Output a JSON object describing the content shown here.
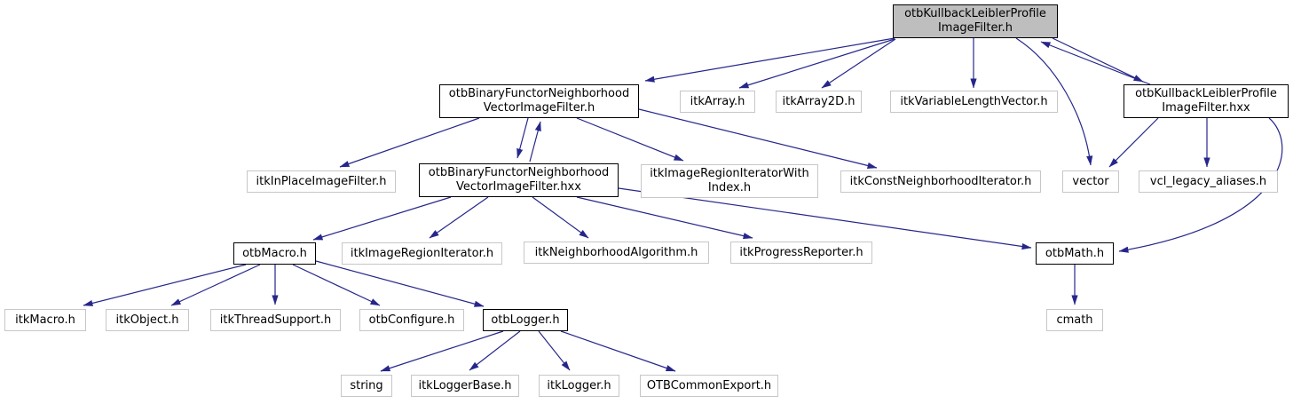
{
  "diagram": {
    "type": "include-dependency-graph",
    "root": "otbKullbackLeiblerProfileImageFilter.h",
    "colors": {
      "edge": "#26268b",
      "node_fill": "#ffffff",
      "root_fill": "#bebebe",
      "leaf_border": "#c7c7c7",
      "linked_border": "#000000",
      "text": "#000000"
    }
  },
  "nodes": {
    "kl_h": {
      "label": "otbKullbackLeiblerProfileImageFilter.h",
      "lines": [
        "otbKullbackLeiblerProfile",
        "ImageFilter.h"
      ]
    },
    "bf_h": {
      "label": "otbBinaryFunctorNeighborhoodVectorImageFilter.h",
      "lines": [
        "otbBinaryFunctorNeighborhood",
        "VectorImageFilter.h"
      ]
    },
    "itk_array": {
      "label": "itkArray.h",
      "lines": [
        "itkArray.h"
      ]
    },
    "itk_array2d": {
      "label": "itkArray2D.h",
      "lines": [
        "itkArray2D.h"
      ]
    },
    "itk_vlv": {
      "label": "itkVariableLengthVector.h",
      "lines": [
        "itkVariableLengthVector.h"
      ]
    },
    "kl_hxx": {
      "label": "otbKullbackLeiblerProfileImageFilter.hxx",
      "lines": [
        "otbKullbackLeiblerProfile",
        "ImageFilter.hxx"
      ]
    },
    "itk_inplace": {
      "label": "itkInPlaceImageFilter.h",
      "lines": [
        "itkInPlaceImageFilter.h"
      ]
    },
    "bf_hxx": {
      "label": "otbBinaryFunctorNeighborhoodVectorImageFilter.hxx",
      "lines": [
        "otbBinaryFunctorNeighborhood",
        "VectorImageFilter.hxx"
      ]
    },
    "itk_irwi": {
      "label": "itkImageRegionIteratorWithIndex.h",
      "lines": [
        "itkImageRegionIteratorWith",
        "Index.h"
      ]
    },
    "itk_cni": {
      "label": "itkConstNeighborhoodIterator.h",
      "lines": [
        "itkConstNeighborhoodIterator.h"
      ]
    },
    "vector": {
      "label": "vector",
      "lines": [
        "vector"
      ]
    },
    "vcl": {
      "label": "vcl_legacy_aliases.h",
      "lines": [
        "vcl_legacy_aliases.h"
      ]
    },
    "otb_macro": {
      "label": "otbMacro.h",
      "lines": [
        "otbMacro.h"
      ]
    },
    "itk_iri": {
      "label": "itkImageRegionIterator.h",
      "lines": [
        "itkImageRegionIterator.h"
      ]
    },
    "itk_na": {
      "label": "itkNeighborhoodAlgorithm.h",
      "lines": [
        "itkNeighborhoodAlgorithm.h"
      ]
    },
    "itk_pr": {
      "label": "itkProgressReporter.h",
      "lines": [
        "itkProgressReporter.h"
      ]
    },
    "otb_math": {
      "label": "otbMath.h",
      "lines": [
        "otbMath.h"
      ]
    },
    "itk_macro": {
      "label": "itkMacro.h",
      "lines": [
        "itkMacro.h"
      ]
    },
    "itk_object": {
      "label": "itkObject.h",
      "lines": [
        "itkObject.h"
      ]
    },
    "itk_ts": {
      "label": "itkThreadSupport.h",
      "lines": [
        "itkThreadSupport.h"
      ]
    },
    "otb_config": {
      "label": "otbConfigure.h",
      "lines": [
        "otbConfigure.h"
      ]
    },
    "otb_logger": {
      "label": "otbLogger.h",
      "lines": [
        "otbLogger.h"
      ]
    },
    "cmath": {
      "label": "cmath",
      "lines": [
        "cmath"
      ]
    },
    "string": {
      "label": "string",
      "lines": [
        "string"
      ]
    },
    "itk_lb": {
      "label": "itkLoggerBase.h",
      "lines": [
        "itkLoggerBase.h"
      ]
    },
    "itk_logger": {
      "label": "itkLogger.h",
      "lines": [
        "itkLogger.h"
      ]
    },
    "otb_ce": {
      "label": "OTBCommonExport.h",
      "lines": [
        "OTBCommonExport.h"
      ]
    }
  },
  "edges": [
    {
      "from": "kl_h",
      "to": "bf_h"
    },
    {
      "from": "kl_h",
      "to": "itk_array"
    },
    {
      "from": "kl_h",
      "to": "itk_array2d"
    },
    {
      "from": "kl_h",
      "to": "itk_vlv"
    },
    {
      "from": "kl_h",
      "to": "vector"
    },
    {
      "from": "kl_h",
      "to": "kl_hxx"
    },
    {
      "from": "kl_hxx",
      "to": "kl_h"
    },
    {
      "from": "kl_hxx",
      "to": "vector"
    },
    {
      "from": "kl_hxx",
      "to": "vcl"
    },
    {
      "from": "kl_hxx",
      "to": "otb_math"
    },
    {
      "from": "bf_h",
      "to": "itk_inplace"
    },
    {
      "from": "bf_h",
      "to": "bf_hxx"
    },
    {
      "from": "bf_hxx",
      "to": "bf_h"
    },
    {
      "from": "bf_h",
      "to": "itk_irwi"
    },
    {
      "from": "bf_h",
      "to": "itk_cni"
    },
    {
      "from": "bf_hxx",
      "to": "otb_macro"
    },
    {
      "from": "bf_hxx",
      "to": "itk_iri"
    },
    {
      "from": "bf_hxx",
      "to": "itk_na"
    },
    {
      "from": "bf_hxx",
      "to": "itk_pr"
    },
    {
      "from": "bf_hxx",
      "to": "otb_math"
    },
    {
      "from": "otb_macro",
      "to": "itk_macro"
    },
    {
      "from": "otb_macro",
      "to": "itk_object"
    },
    {
      "from": "otb_macro",
      "to": "itk_ts"
    },
    {
      "from": "otb_macro",
      "to": "otb_config"
    },
    {
      "from": "otb_macro",
      "to": "otb_logger"
    },
    {
      "from": "otb_logger",
      "to": "string"
    },
    {
      "from": "otb_logger",
      "to": "itk_lb"
    },
    {
      "from": "otb_logger",
      "to": "itk_logger"
    },
    {
      "from": "otb_logger",
      "to": "otb_ce"
    },
    {
      "from": "otb_math",
      "to": "cmath"
    }
  ]
}
